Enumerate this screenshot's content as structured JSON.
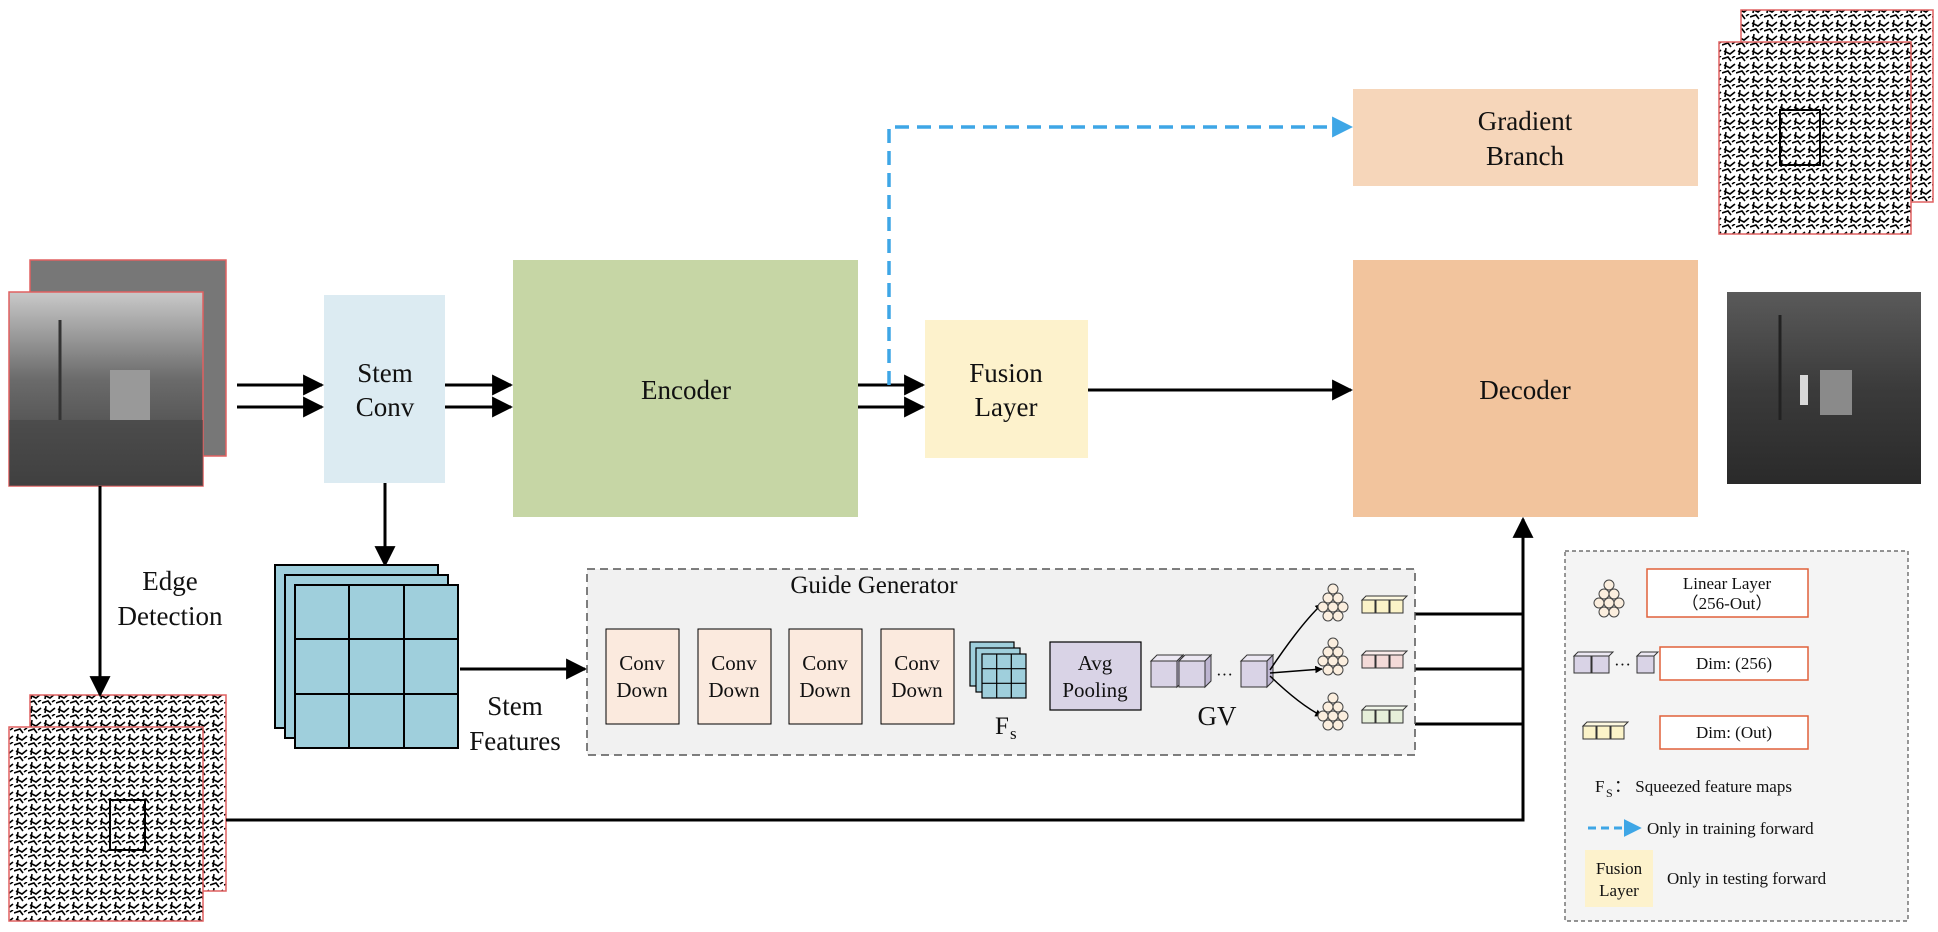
{
  "blocks": {
    "stem_conv": [
      "Stem",
      "Conv"
    ],
    "encoder": "Encoder",
    "fusion_layer": [
      "Fusion",
      "Layer"
    ],
    "decoder": "Decoder",
    "gradient_branch": [
      "Gradient",
      "Branch"
    ]
  },
  "labels": {
    "edge_detection": [
      "Edge",
      "Detection"
    ],
    "stem_features": [
      "Stem",
      "Features"
    ],
    "fs": "F",
    "fs_sub": "s",
    "gv": "GV",
    "ellipsis": "···"
  },
  "guide_generator": {
    "title": "Guide Generator",
    "conv_down": [
      "Conv",
      "Down"
    ],
    "avg_pooling": [
      "Avg",
      "Pooling"
    ]
  },
  "legend": {
    "linear_layer": [
      "Linear Layer",
      "（256-Out）"
    ],
    "dim_256": "Dim: (256)",
    "dim_out": "Dim: (Out)",
    "fs_label": "F",
    "fs_sub": "S",
    "fs_desc": "： Squeezed feature maps",
    "training": "Only in training forward",
    "fusion_box": [
      "Fusion",
      "Layer"
    ],
    "testing": "Only in testing forward"
  },
  "colors": {
    "stem_conv": "#dcebf2",
    "encoder": "#c6d6a5",
    "fusion": "#fdf2cc",
    "decoder": "#f2c49d",
    "gradient": "#f6d6ba",
    "conv_down": "#fbeade",
    "avg_pool": "#d9d3e6",
    "stem_feat": "#9fcfdc",
    "training_arrow": "#3ea6e6",
    "guide_bg": "#f1f1f1"
  }
}
